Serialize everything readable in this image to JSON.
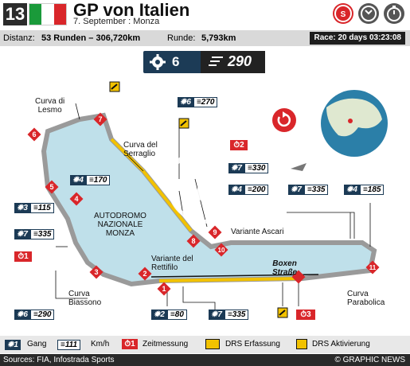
{
  "header": {
    "race_number": "13",
    "title": "GP von Italien",
    "date": "7. September : Monza",
    "flag_colors": [
      "#1a9a3a",
      "#ffffff",
      "#d9262a"
    ]
  },
  "info": {
    "distance_label": "Distanz:",
    "distance_value": "53 Runden – 306,720km",
    "lap_label": "Runde:",
    "lap_value": "5,793km",
    "countdown": "Race: 20 days 03:23:08"
  },
  "top_speed": {
    "gear": "6",
    "speed": "290"
  },
  "map_labels": {
    "lesmo": [
      "Curva di",
      "Lesmo"
    ],
    "serraglio": [
      "Curva del",
      "Serraglio"
    ],
    "autodromo": [
      "AUTODROMO",
      "NAZIONALE",
      "MONZA"
    ],
    "ascari": "Variante Ascari",
    "rettifilo": [
      "Variante del",
      "Rettifilo"
    ],
    "boxen": [
      "Boxen",
      "Straße"
    ],
    "biassono": [
      "Curva",
      "Biassono"
    ],
    "parabolica": [
      "Curva",
      "Parabolica"
    ]
  },
  "badges": [
    {
      "gear": "6",
      "speed": "270"
    },
    {
      "gear": "4",
      "speed": "170"
    },
    {
      "gear": "7",
      "speed": "330"
    },
    {
      "gear": "4",
      "speed": "200"
    },
    {
      "gear": "7",
      "speed": "335"
    },
    {
      "gear": "4",
      "speed": "185"
    },
    {
      "gear": "3",
      "speed": "115"
    },
    {
      "gear": "7",
      "speed": "335"
    },
    {
      "gear": "6",
      "speed": "290"
    },
    {
      "gear": "2",
      "speed": "80"
    },
    {
      "gear": "7",
      "speed": "335"
    }
  ],
  "timing": [
    {
      "num": "2"
    },
    {
      "num": "1"
    },
    {
      "num": "3"
    }
  ],
  "corners": [
    "1",
    "2",
    "3",
    "4",
    "5",
    "6",
    "7",
    "8",
    "9",
    "10",
    "11"
  ],
  "legend": {
    "gear_num": "1",
    "gear": "Gang",
    "speed_num": "111",
    "speed": "Km/h",
    "timing_num": "1",
    "timing": "Zeitmessung",
    "drs_detect": "DRS Erfassung",
    "drs_activate": "DRS Aktivierung"
  },
  "footer": {
    "sources": "Sources: FIA, Infostrada Sports",
    "credit": "© GRAPHIC NEWS"
  },
  "colors": {
    "track_fill": "#bfe0ea",
    "dark_blue": "#1b3a55",
    "red": "#d9262a",
    "drs_yellow": "#f2c200"
  }
}
